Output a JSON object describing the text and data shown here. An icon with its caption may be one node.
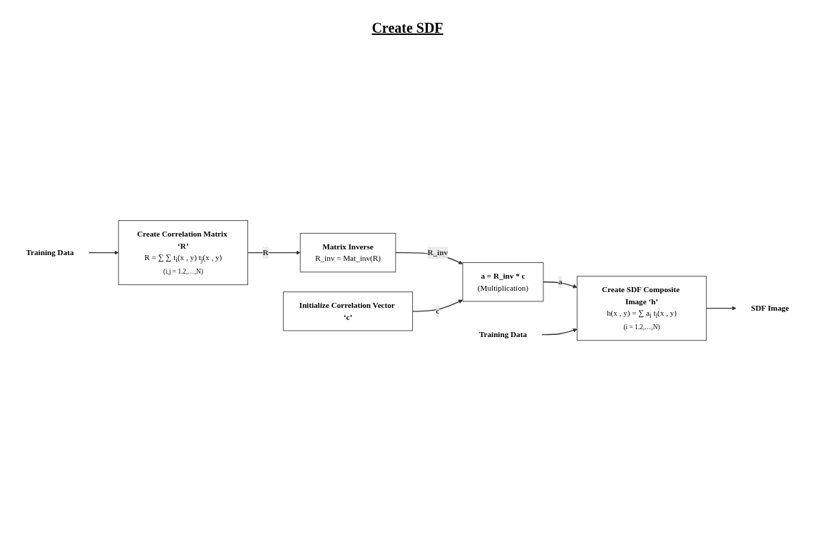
{
  "diagram": {
    "title": "Create SDF",
    "nodes": [
      {
        "text": [
          "Training Data"
        ]
      },
      {
        "text": [
          "Create Correlation Matrix ‘R’",
          "R = ∑ ∑ t$_{i}$(x , y) t$_{j}$(x , y)",
          "(i,j = 1.2,…,N)"
        ]
      },
      {
        "text": [
          "Matrix Inverse",
          "R_inv = Mat_inv(R)"
        ]
      },
      {
        "text": [
          "Initialize Correlation Vector ‘c’"
        ]
      },
      {
        "text": [
          "a = R_inv * c",
          "(Multiplication)"
        ]
      },
      {
        "text": [
          "Create SDF Composite Image ‘h’",
          "h(x , y) = ∑ a$_{i}$ t$_{i}$(x , y)",
          "(i = 1.2,…,N)"
        ]
      },
      {
        "text": [
          "Training Data"
        ]
      },
      {
        "text": [
          "SDF Image"
        ]
      }
    ],
    "edges": [
      {
        "from": 0,
        "to": 1,
        "arrow": "to"
      },
      {
        "from": 1,
        "to": 2,
        "arrow": "to",
        "label": "R"
      },
      {
        "from": 2,
        "to": 4,
        "arrow": "to",
        "label": "R_inv"
      },
      {
        "from": 3,
        "to": 4,
        "arrow": "to",
        "label": "c"
      },
      {
        "from": 4,
        "to": 5,
        "arrow": "to",
        "label": "a"
      },
      {
        "from": 6,
        "to": 5,
        "arrow": "to"
      },
      {
        "from": 5,
        "to": 7,
        "arrow": "to"
      }
    ]
  }
}
